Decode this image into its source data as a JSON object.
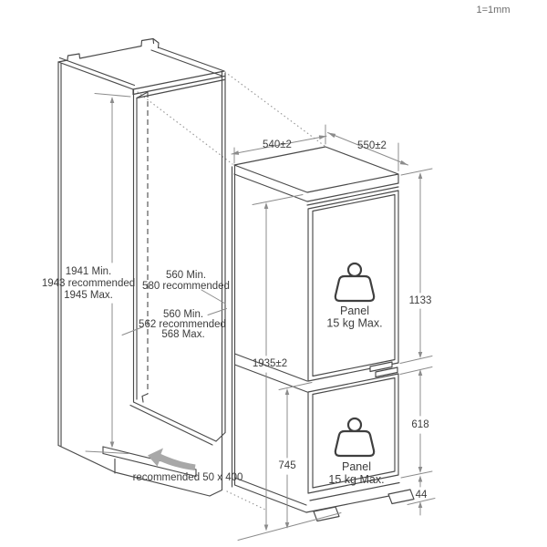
{
  "scale_note": "1=1mm",
  "niche": {
    "height": [
      "1941 Min.",
      "1943 recommended",
      "1945 Max."
    ],
    "inner_width": [
      "560 Min.",
      "580 recommended"
    ],
    "inner_depth": [
      "560 Min.",
      "562 recommended",
      "568 Max."
    ],
    "vent_recommendation": "recommended 50 x 400"
  },
  "appliance": {
    "width": "540±2",
    "depth": "550±2",
    "height": "1935±2",
    "upper_door_height": "1133",
    "lower_door_height": "618",
    "lower_section_height": "745",
    "plinth_height": "44",
    "upper_door_panel": [
      "Panel",
      "15 kg Max."
    ],
    "lower_door_panel": [
      "Panel",
      "15 kg Max."
    ]
  },
  "colors": {
    "line": "#4a4a4a",
    "dimension": "#8c8c8c",
    "text": "#3d3d3d",
    "vent_arrow": "#a8a8a8",
    "background": "#ffffff"
  }
}
